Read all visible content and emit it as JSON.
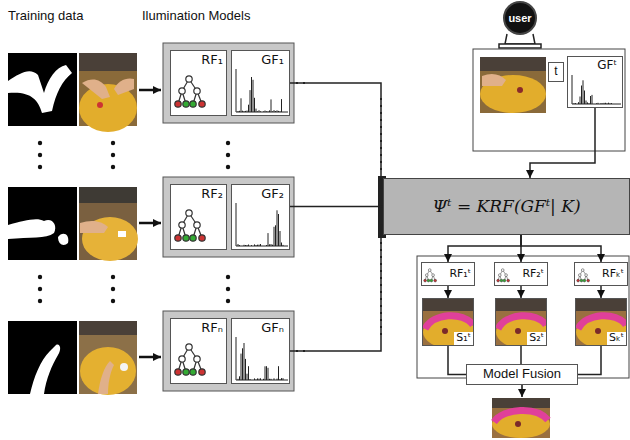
{
  "diagram": {
    "nodes": [
      {
        "text": [
          "RF₁"
        ]
      },
      {
        "text": [
          "GF₁"
        ]
      },
      {
        "text": [
          "RF₂"
        ]
      },
      {
        "text": [
          "GF₂"
        ]
      },
      {
        "text": [
          "RFₙ"
        ]
      },
      {
        "text": [
          "GFₙ"
        ]
      },
      {
        "text": [
          "user"
        ]
      },
      {
        "text": [
          "t"
        ]
      },
      {
        "text": [
          "GFᵗ"
        ]
      },
      {
        "text": [
          "Ψᵗ = KRF(GFᵗ| K)"
        ]
      },
      {
        "text": [
          "RF₁ᵗ"
        ]
      },
      {
        "text": [
          "RF₂ᵗ"
        ]
      },
      {
        "text": [
          "RFₖᵗ"
        ]
      },
      {
        "text": [
          "S₁ᵗ"
        ]
      },
      {
        "text": [
          "S₂ᵗ"
        ]
      },
      {
        "text": [
          "Sₖᵗ"
        ]
      },
      {
        "text": [
          "Model Fusion"
        ]
      }
    ],
    "edges": [
      {
        "from": 1,
        "to": 9,
        "arrow": "none"
      },
      {
        "from": 3,
        "to": 9,
        "arrow": "none"
      },
      {
        "from": 5,
        "to": 9,
        "arrow": "none"
      },
      {
        "from": 8,
        "to": 9,
        "arrow": "to"
      },
      {
        "from": 9,
        "to": 10,
        "arrow": "to"
      },
      {
        "from": 9,
        "to": 11,
        "arrow": "to"
      },
      {
        "from": 9,
        "to": 12,
        "arrow": "to"
      },
      {
        "from": 10,
        "to": 13,
        "arrow": "to"
      },
      {
        "from": 11,
        "to": 14,
        "arrow": "to"
      },
      {
        "from": 12,
        "to": 15,
        "arrow": "to"
      },
      {
        "from": 13,
        "to": 16,
        "arrow": "none"
      },
      {
        "from": 14,
        "to": 16,
        "arrow": "none"
      },
      {
        "from": 15,
        "to": 16,
        "arrow": "none"
      }
    ],
    "labels": [
      "Training data",
      "Ilumination Models"
    ]
  }
}
